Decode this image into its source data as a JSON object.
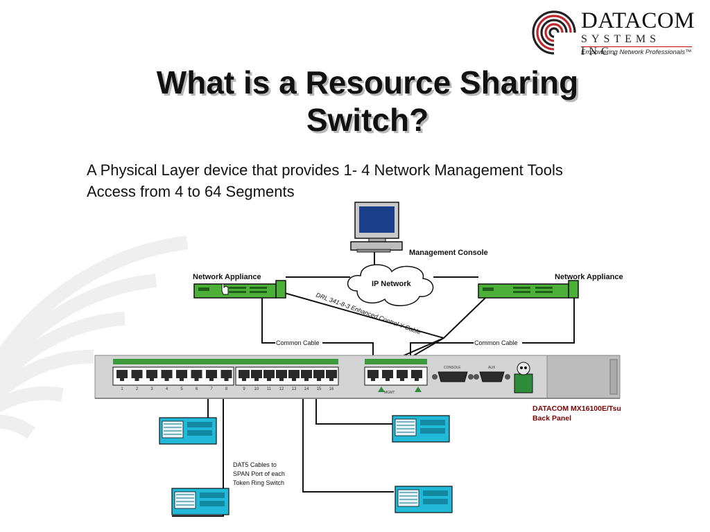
{
  "logo": {
    "brand": "DATACOM",
    "systems": "SYSTEMS INC.",
    "tagline": "Empowering Network Professionals™"
  },
  "title": {
    "line1": "What is a Resource Sharing",
    "line2": "Switch?"
  },
  "subtitle": {
    "line1": "A Physical Layer device that provides 1- 4 Network Management Tools",
    "line2": "Access from 4 to 64 Segments"
  },
  "diagram": {
    "management_console": "Management Console",
    "ip_network": "IP Network",
    "network_appliance_left": "Network Appliance",
    "network_appliance_right": "Network Appliance",
    "common_cable_left": "Common Cable",
    "common_cable_right": "Common Cable",
    "control_cable": "DRL 341-8-3 Enhanced Control Y-Cable",
    "dat_cables": [
      "DAT5 Cables to",
      "SPAN Port of each",
      "Token Ring Switch"
    ],
    "back_panel_model": "DATACOM MX16100E/Tsu",
    "back_panel_label": "Back Panel",
    "port_numbers": [
      "1",
      "2",
      "3",
      "4",
      "5",
      "6",
      "7",
      "8",
      "9",
      "10",
      "11",
      "12",
      "13",
      "14",
      "15",
      "16"
    ],
    "console_label": "CONSOLE",
    "mgmt_label": "MGMT",
    "aux_label": "AUX"
  },
  "colors": {
    "appliance_green": "#4caf37",
    "server_cyan": "#22b8d8",
    "port_green": "#3c9a3c",
    "model_label": "#7a0000"
  }
}
